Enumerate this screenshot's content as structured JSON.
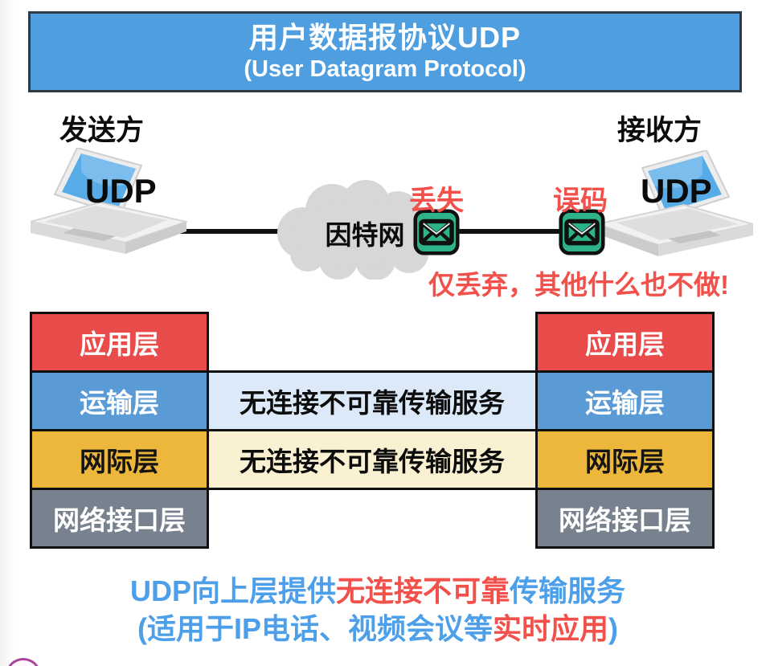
{
  "header": {
    "title_zh": "用户数据报协议UDP",
    "title_en": "(User Datagram Protocol)"
  },
  "actors": {
    "sender_label": "发送方",
    "receiver_label": "接收方",
    "sender_device_label": "UDP",
    "receiver_device_label": "UDP"
  },
  "network": {
    "cloud_label": "因特网",
    "loss_label": "丢失",
    "error_label": "误码",
    "discard_note": "仅丢弃，其他什么也不做!"
  },
  "stack": {
    "left_layers": [
      {
        "label": "应用层",
        "color": "#e94b4b",
        "text_color": "#ffffff"
      },
      {
        "label": "运输层",
        "color": "#5b9bd5",
        "text_color": "#ffffff"
      },
      {
        "label": "网际层",
        "color": "#edb73b",
        "text_color": "#141414"
      },
      {
        "label": "网络接口层",
        "color": "#78828f",
        "text_color": "#ffffff"
      }
    ],
    "right_layers": [
      {
        "label": "应用层",
        "color": "#e94b4b",
        "text_color": "#ffffff"
      },
      {
        "label": "运输层",
        "color": "#5b9bd5",
        "text_color": "#ffffff"
      },
      {
        "label": "网际层",
        "color": "#edb73b",
        "text_color": "#141414"
      },
      {
        "label": "网络接口层",
        "color": "#78828f",
        "text_color": "#ffffff"
      }
    ],
    "bands": [
      {
        "label": "无连接不可靠传输服务",
        "color": "#dce9f8"
      },
      {
        "label": "无连接不可靠传输服务",
        "color": "#faf0d2"
      }
    ]
  },
  "footer": {
    "line1": [
      {
        "text": "UDP向上层提供",
        "color": "#4c9fe8"
      },
      {
        "text": "无连接不可靠",
        "color": "#f1504b"
      },
      {
        "text": "传输服务",
        "color": "#4c9fe8"
      }
    ],
    "line2": [
      {
        "text": "(适用于IP电话、视频会议等",
        "color": "#4c9fe8"
      },
      {
        "text": "实时应用",
        "color": "#f1504b"
      },
      {
        "text": ")",
        "color": "#4c9fe8"
      }
    ]
  },
  "colors": {
    "header_bg": "#4e9ee0",
    "red_text": "#f1504b",
    "blue_text": "#4c9fe8",
    "envelope_green": "#2db28a",
    "cloud_gray": "#d7d7d7",
    "border_black": "#101010"
  }
}
